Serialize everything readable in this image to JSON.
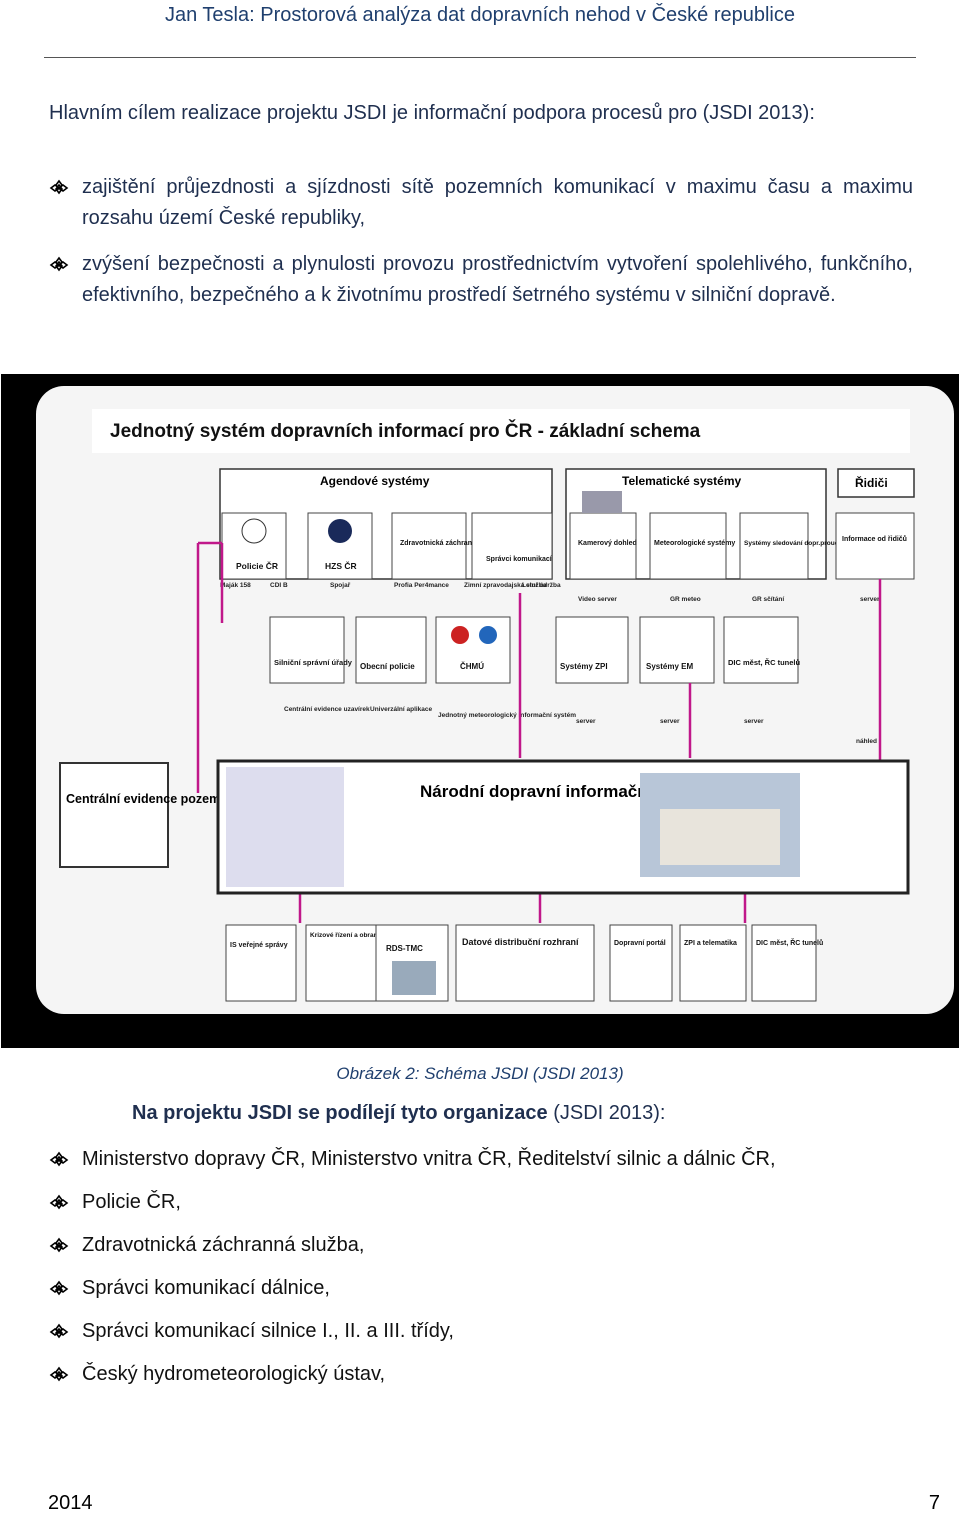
{
  "header": {
    "title": "Jan Tesla: Prostorová analýza dat dopravních nehod v České republice"
  },
  "intro": "Hlavním cílem realizace projektu JSDI je informační podpora procesů pro (JSDI 2013):",
  "goals": [
    "zajištění průjezdnosti a sjízdnosti sítě pozemních komunikací v maximu času a maximu rozsahu území České republiky,",
    "zvýšení bezpečnosti a plynulosti provozu prostřednictvím vytvoření spolehlivého, funkčního, efektivního, bezpečného a k životnímu prostředí šetrného systému v silniční dopravě."
  ],
  "figure": {
    "title": "Jednotný systém dopravních informací pro ČR - základní schema",
    "agendove": "Agendové systémy",
    "telematicke": "Telematické systémy",
    "ridici": "Řidiči",
    "row1": [
      "Policie ČR",
      "HZS ČR",
      "Zdravotnická záchranná služba",
      "Správci komunikací",
      "Kamerový dohled",
      "Meteorologické systémy",
      "Systémy sledování dopr.proudu",
      "Informace od řidičů"
    ],
    "row1_sub": [
      "Maják 158",
      "CDI B",
      "Spojař",
      "Profia Per4mance",
      "Zimní zpravodajská služba",
      "Letní údržba",
      "Video server",
      "GR meteo",
      "GR sčítání",
      "server"
    ],
    "row2": [
      "Silniční správní úřady",
      "Obecní policie",
      "ČHMÚ",
      "Systémy ZPI",
      "Systémy EM",
      "DIC měst, ŘC tunelů"
    ],
    "row2_sub": [
      "Centrální evidence uzavírek",
      "Univerzální aplikace",
      "Jednotný meteorologický informační systém",
      "server",
      "server",
      "server",
      "náhled"
    ],
    "central_left": "Centrální evidence pozemních komunikací",
    "center_title": "Národní dopravní informační a řídící centrum",
    "row3": [
      "IS veřejné správy",
      "Krizové řízení a obranné plánování",
      "RDS-TMC",
      "Datové distribuční rozhraní",
      "Dopravní portál",
      "ZPI a telematika",
      "DIC měst, ŘC tunelů"
    ]
  },
  "caption": "Obrázek 2: Schéma JSDI (JSDI 2013)",
  "orgs_intro_bold": "Na projektu JSDI se podílejí tyto organizace",
  "orgs_intro_rest": " (JSDI 2013):",
  "orgs": [
    "Ministerstvo dopravy ČR, Ministerstvo vnitra ČR, Ředitelství silnic a dálnic ČR,",
    "Policie ČR,",
    "Zdravotnická záchranná služba,",
    "Správci komunikací dálnice,",
    "Správci komunikací silnice I., II. a III. třídy,",
    "Český hydrometeorologický ústav,"
  ],
  "footer": {
    "year": "2014",
    "page": "7"
  },
  "colors": {
    "accent": "#1f3f6e",
    "arrow": "#c0188a"
  },
  "icons": {
    "bullet": "diamond-bullet-icon"
  }
}
